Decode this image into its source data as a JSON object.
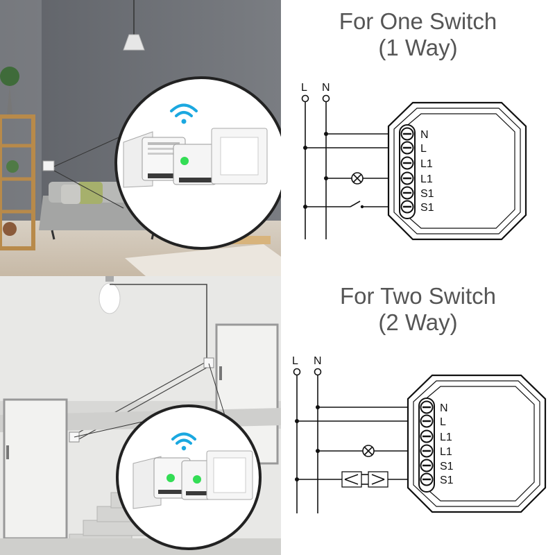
{
  "colors": {
    "line": "#111111",
    "title": "#555555",
    "wall_top": "#6b6e74",
    "wall_bottom": "#e8e8e6",
    "module_led": "#33dd55",
    "wifi": "#1ba8e0"
  },
  "icons": [
    "wifi-icon",
    "bulb-icon",
    "switch-icon",
    "terminal-screw-icon"
  ],
  "one_switch": {
    "title_line1": "For One Switch",
    "title_line2": "(1 Way)",
    "rail_L": "L",
    "rail_N": "N",
    "terminals": [
      "N",
      "L",
      "L1",
      "L1",
      "S1",
      "S1"
    ]
  },
  "two_switch": {
    "title_line1": "For Two Switch",
    "title_line2": "(2 Way)",
    "rail_L": "L",
    "rail_N": "N",
    "terminals": [
      "N",
      "L",
      "L1",
      "L1",
      "S1",
      "S1"
    ]
  }
}
